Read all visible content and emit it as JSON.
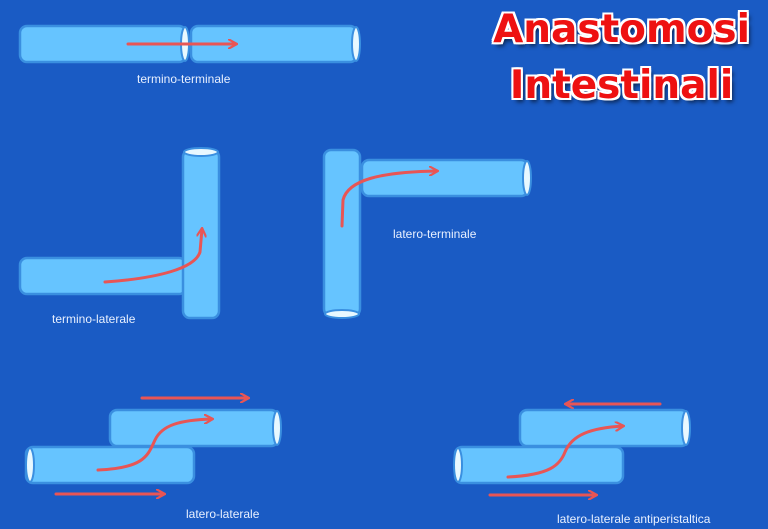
{
  "title": {
    "line1": "Anastomosi",
    "line2": "Intestinali"
  },
  "labels": {
    "termino_terminale": "termino-terminale",
    "termino_laterale": "termino-laterale",
    "latero_terminale": "latero-terminale",
    "latero_laterale": "latero-laterale",
    "latero_laterale_antiperistaltica": "latero-laterale antiperistaltica"
  },
  "colors": {
    "background": "#1a5bc4",
    "tube_fill": "#66c4ff",
    "tube_outline": "#3a8fe0",
    "tube_opening": "#e8f8ff",
    "arrow": "#e85555",
    "title_red": "#ee1111"
  }
}
